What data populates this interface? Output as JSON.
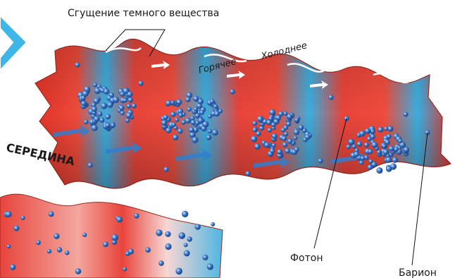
{
  "labels": {
    "dark_matter": "Сгущение темного вещества",
    "hotter": "Горячее",
    "colder": "Холоднее",
    "middle": "СЕРЕДИНА",
    "photon": "Фотон",
    "baryon": "Барион"
  },
  "colors": {
    "hot": "#e8372c",
    "cold": "#3fb6e8",
    "particle": "#2a66b8",
    "edge": "#8a1e16"
  },
  "clusters": 4
}
